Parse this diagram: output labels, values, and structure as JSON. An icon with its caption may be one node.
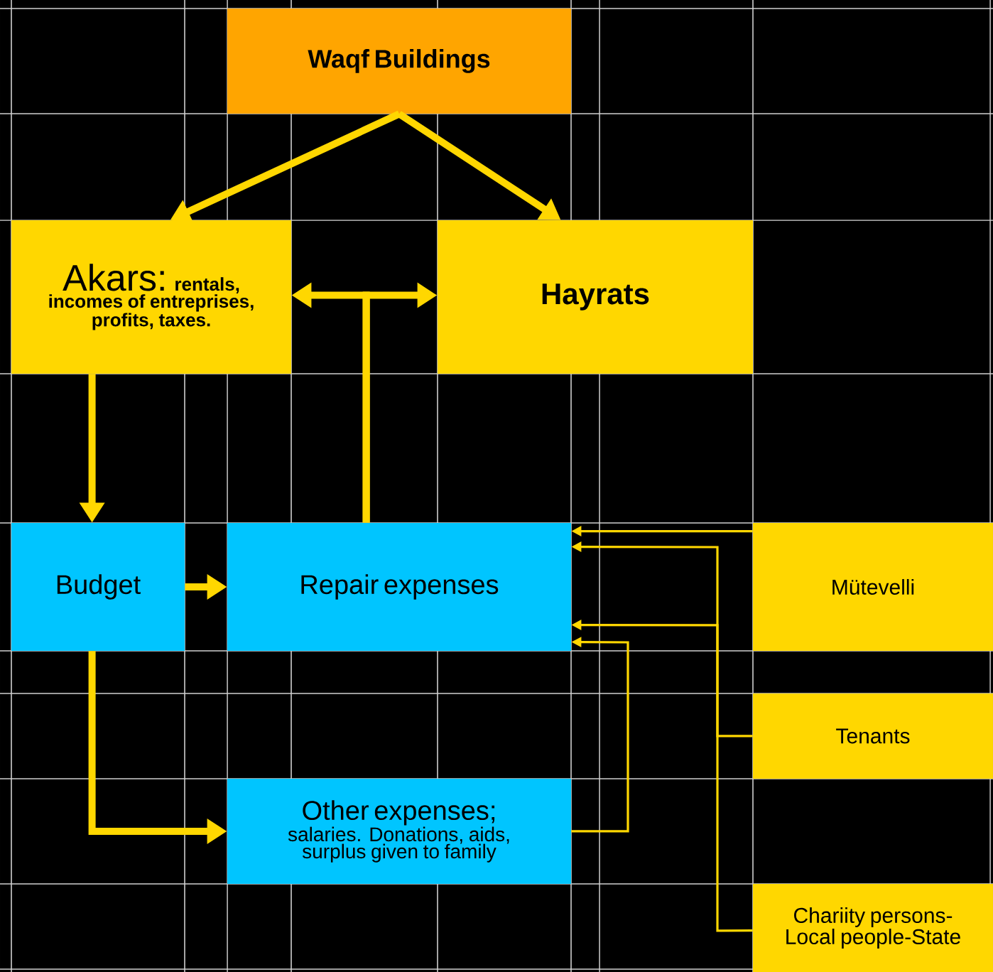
{
  "diagram": {
    "nodes": [
      {
        "text": [
          "Waqf Buildings"
        ]
      },
      {
        "text": [
          "Akars:",
          "rentals, incomes of entreprises, profits, taxes."
        ]
      },
      {
        "text": [
          "Hayrats"
        ]
      },
      {
        "text": [
          "Budget"
        ]
      },
      {
        "text": [
          "Repair expenses"
        ]
      },
      {
        "text": [
          "Other expenses;",
          "salaries. Donations, aids, surplus given to family"
        ]
      },
      {
        "text": [
          "Mütevelli"
        ]
      },
      {
        "text": [
          "Tenants"
        ]
      },
      {
        "text": [
          "Chariity persons-Local people-State"
        ]
      }
    ],
    "edges": [
      {
        "from": 0,
        "to": 1,
        "arrow": "to"
      },
      {
        "from": 0,
        "to": 2,
        "arrow": "to"
      },
      {
        "from": 4,
        "to": 1,
        "arrow": "to"
      },
      {
        "from": 4,
        "to": 2,
        "arrow": "to"
      },
      {
        "from": 1,
        "to": 3,
        "arrow": "to"
      },
      {
        "from": 3,
        "to": 4,
        "arrow": "to"
      },
      {
        "from": 3,
        "to": 5,
        "arrow": "to"
      },
      {
        "from": 6,
        "to": 4,
        "arrow": "to"
      },
      {
        "from": 7,
        "to": 4,
        "arrow": "to"
      },
      {
        "from": 8,
        "to": 4,
        "arrow": "to"
      },
      {
        "from": 5,
        "to": 4,
        "arrow": "to"
      }
    ]
  }
}
